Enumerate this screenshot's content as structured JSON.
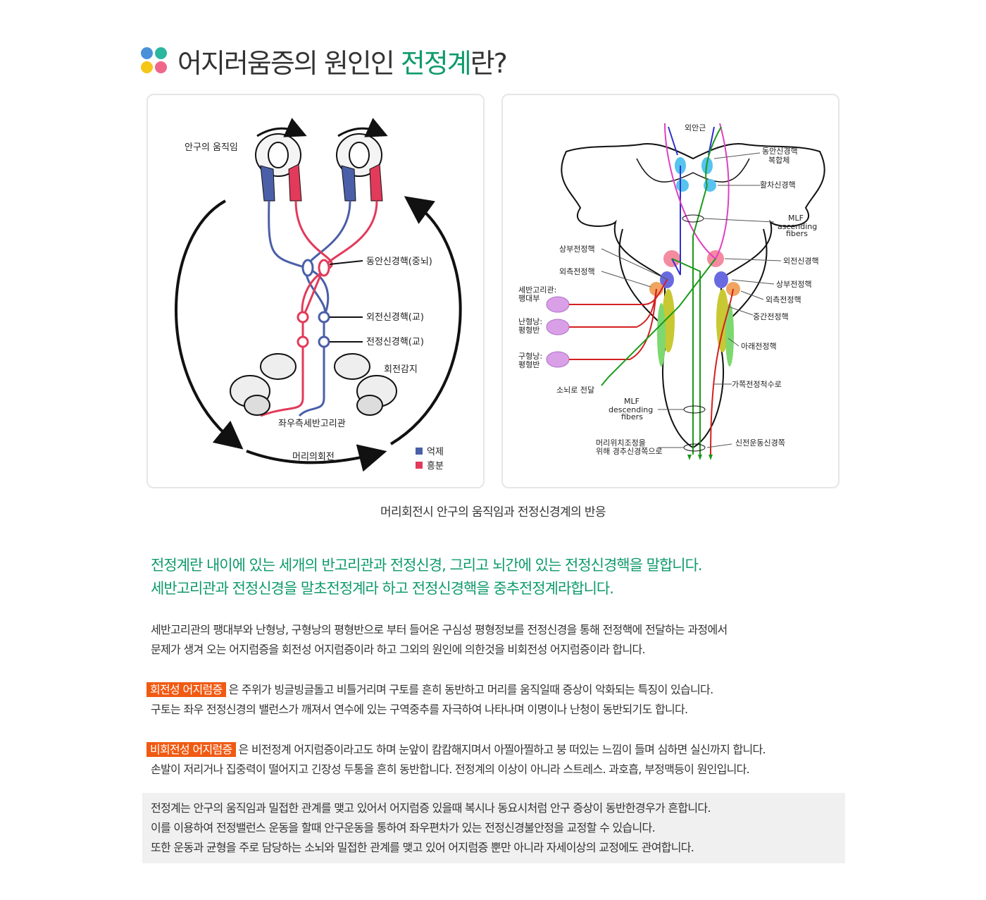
{
  "header": {
    "title_main": "어지러움증의 원인인 ",
    "title_highlight": "전정계",
    "title_end": "란?",
    "dot_colors": [
      "#4a90d9",
      "#2bb6a0",
      "#f5c518",
      "#f0668a"
    ]
  },
  "colors": {
    "accent_green": "#0e9a6c",
    "tag_orange": "#f05a12",
    "inhibit_blue": "#4a5fa8",
    "excite_red": "#e23a5a"
  },
  "figure_left": {
    "eye_movement": "안구의 움직임",
    "oculomotor_nucleus": "동안신경핵(중뇌)",
    "abducens_nucleus": "외전신경핵(교)",
    "vestibular_nucleus": "전정신경핵(교)",
    "rotation_sense": "회전감지",
    "semicircular_canals": "좌우측세반고리관",
    "head_rotation": "머리의회전",
    "legend_inhibit": "억제",
    "legend_excite": "흥분"
  },
  "figure_right": {
    "extraocular": "외안근",
    "oculomotor_complex": [
      "동안신경핵",
      "복합체"
    ],
    "trochlear": "활차신경핵",
    "mlf_asc": [
      "MLF",
      "ascending",
      "fibers"
    ],
    "abducens": "외전신경핵",
    "superior_vest_l": "상부전정핵",
    "lateral_vest_l": "외측전정핵",
    "superior_vest_r": "상부전정핵",
    "lateral_vest_r": "외측전정핵",
    "medial_vest": "중간전정핵",
    "inferior_vest": "아래전정핵",
    "ampulla": [
      "세반고리관:",
      "팽대부"
    ],
    "utricle": [
      "난형낭:",
      "평형반"
    ],
    "saccule": [
      "구형낭:",
      "평형반"
    ],
    "cerebellum": "소뇌로 전달",
    "mlf_desc": [
      "MLF",
      "descending",
      "fibers"
    ],
    "lateral_tract": "가쪽전정척수로",
    "cervical": [
      "머리위치조정을",
      "위해 경추신경쪽으로"
    ],
    "spinal": "신전운동신경쪽"
  },
  "caption": "머리회전시 안구의 움직임과 전정신경계의 반응",
  "lead": [
    "전정계란 내이에 있는 세개의 반고리관과 전정신경, 그리고 뇌간에 있는 전정신경핵을 말합니다.",
    "세반고리관과 전정신경을 말초전정계라 하고 전정신경핵을 중추전정계라합니다."
  ],
  "para1": [
    "세반고리관의 팽대부와 난형낭, 구형낭의 평형반으로 부터 들어온 구심성 평형정보를 전정신경을 통해 전정핵에 전달하는 과정에서",
    "문제가 생겨 오는 어지럼증을 회전성 어지럼증이라 하고 그외의 원인에 의한것을 비회전성 어지럼증이라 합니다."
  ],
  "vertigo": {
    "tag": "회전성 어지럼증",
    "line1": "은 주위가 빙글빙글돌고 비틀거리며 구토를 흔히 동반하고 머리를 움직일때 증상이 악화되는 특징이 있습니다.",
    "line2": "구토는 좌우 전정신경의 밸런스가 깨져서 연수에 있는 구역중추를 자극하여 나타나며 이명이나 난청이 동반되기도 합니다."
  },
  "non_vertigo": {
    "tag": "비회전성 어지럼증",
    "line1": "은 비전정계 어지럼증이라고도 하며 눈앞이 캄캄해지며서 아찔아찔하고 붕 떠있는 느낌이 들며 심하면 실신까지 합니다.",
    "line2": "손발이 저리거나 집중력이 떨어지고 긴장성 두통을 흔히 동반합니다. 전정계의 이상이 아니라 스트레스. 과호흡, 부정맥등이 원인입니다."
  },
  "box": [
    "전정계는 안구의 움직임과 밀접한 관계를 맺고 있어서 어지럼증 있을때 복시나 동요시처럼 안구 증상이 동반한경우가 흔합니다.",
    "이를 이용하여 전정밸런스 운동을 할때 안구운동을 통하여 좌우편차가 있는 전정신경불안정을 교정할 수 있습니다.",
    "또한 운동과 균형을 주로 담당하는  소뇌와 밀접한 관계를 맺고 있어 어지럼증 뿐만 아니라 자세이상의 교정에도 관여합니다."
  ]
}
